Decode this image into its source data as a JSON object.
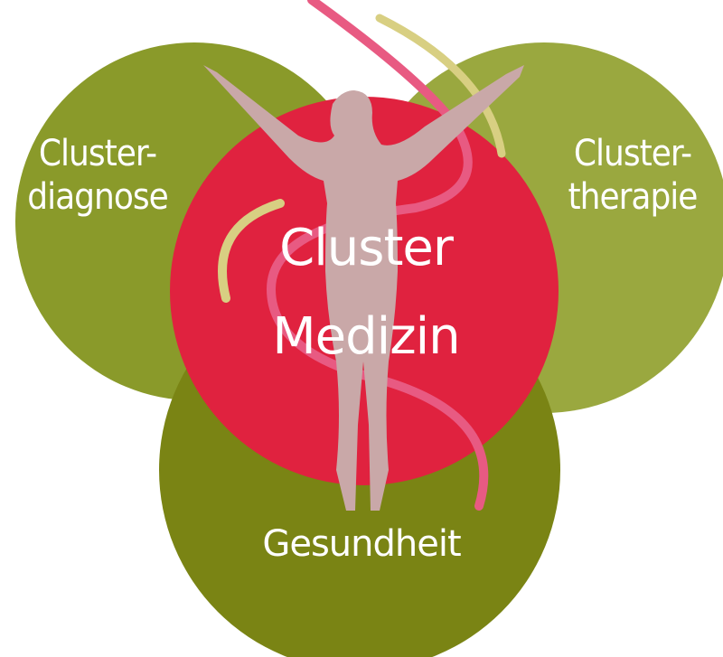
{
  "labels": {
    "left": [
      "Cluster-",
      "diagnose"
    ],
    "right": [
      "Cluster-",
      "therapie"
    ],
    "center": [
      "Cluster",
      "Medizin"
    ],
    "bottom": "Gesundheit"
  },
  "colors": {
    "left_circle": "#8a9a2a",
    "right_circle": "#9aa83f",
    "bottom_circle": "#7a8414",
    "center_circle": "#e0223f",
    "figure": "#c9a8a8",
    "ribbon_pink": "#e85a82",
    "ribbon_gold": "#d8cf82"
  }
}
